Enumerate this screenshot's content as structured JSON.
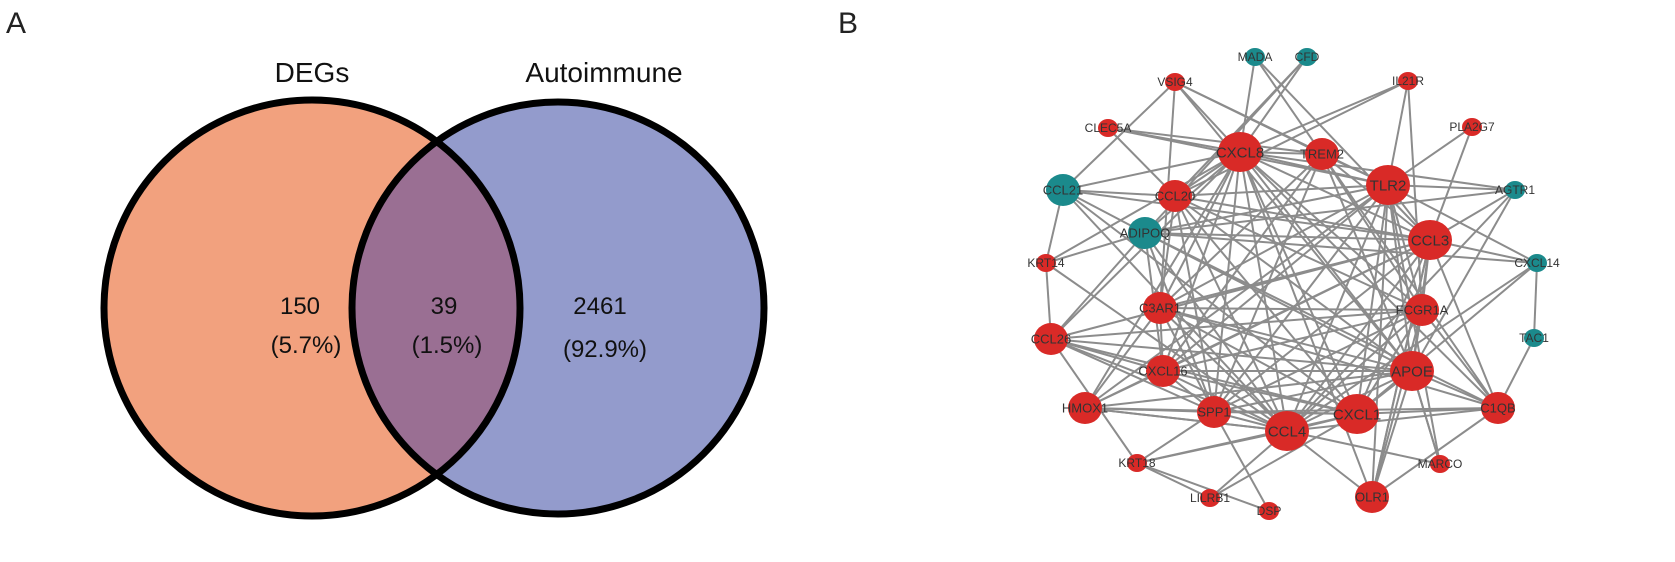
{
  "panels": {
    "a_label": "A",
    "b_label": "B"
  },
  "venn": {
    "sets": [
      {
        "name": "DEGs",
        "color": "#f2a17e"
      },
      {
        "name": "Autoimmune",
        "color": "#939bcc"
      }
    ],
    "overlap_color": "#9a6f93",
    "regions": [
      {
        "id": "degs_only",
        "count": "150",
        "percent": "(5.7%)"
      },
      {
        "id": "both",
        "count": "39",
        "percent": "(1.5%)"
      },
      {
        "id": "autoimmune_only",
        "count": "2461",
        "percent": "(92.9%)"
      }
    ]
  },
  "network": {
    "colors": {
      "upregulated": "#d92a27",
      "downregulated": "#1b8a8c",
      "edge": "#8c8c8c"
    },
    "nodes": [
      {
        "id": "MADA",
        "group": "downregulated",
        "size": "small"
      },
      {
        "id": "CFD",
        "group": "downregulated",
        "size": "small"
      },
      {
        "id": "IL21R",
        "group": "upregulated",
        "size": "small"
      },
      {
        "id": "VSIG4",
        "group": "upregulated",
        "size": "small"
      },
      {
        "id": "PLA2G7",
        "group": "upregulated",
        "size": "small"
      },
      {
        "id": "CLEC5A",
        "group": "upregulated",
        "size": "small"
      },
      {
        "id": "CXCL8",
        "group": "upregulated",
        "size": "large"
      },
      {
        "id": "TREM2",
        "group": "upregulated",
        "size": "medium"
      },
      {
        "id": "TLR2",
        "group": "upregulated",
        "size": "large"
      },
      {
        "id": "CCL21",
        "group": "downregulated",
        "size": "medium"
      },
      {
        "id": "AGTR1",
        "group": "downregulated",
        "size": "small"
      },
      {
        "id": "CCL20",
        "group": "upregulated",
        "size": "medium"
      },
      {
        "id": "ADIPOQ",
        "group": "downregulated",
        "size": "medium"
      },
      {
        "id": "CCL3",
        "group": "upregulated",
        "size": "large"
      },
      {
        "id": "CXCL14",
        "group": "downregulated",
        "size": "small"
      },
      {
        "id": "KRT14",
        "group": "upregulated",
        "size": "small"
      },
      {
        "id": "C3AR1",
        "group": "upregulated",
        "size": "medium"
      },
      {
        "id": "FCGR1A",
        "group": "upregulated",
        "size": "medium"
      },
      {
        "id": "TAC1",
        "group": "downregulated",
        "size": "small"
      },
      {
        "id": "CCL26",
        "group": "upregulated",
        "size": "medium"
      },
      {
        "id": "CXCL16",
        "group": "upregulated",
        "size": "medium"
      },
      {
        "id": "APOE",
        "group": "upregulated",
        "size": "large"
      },
      {
        "id": "HMOX1",
        "group": "upregulated",
        "size": "medium"
      },
      {
        "id": "SPP1",
        "group": "upregulated",
        "size": "medium"
      },
      {
        "id": "CXCL1",
        "group": "upregulated",
        "size": "large"
      },
      {
        "id": "C1QB",
        "group": "upregulated",
        "size": "medium"
      },
      {
        "id": "CCL4",
        "group": "upregulated",
        "size": "large"
      },
      {
        "id": "KRT18",
        "group": "upregulated",
        "size": "small"
      },
      {
        "id": "MARCO",
        "group": "upregulated",
        "size": "small"
      },
      {
        "id": "LILRB1",
        "group": "upregulated",
        "size": "small"
      },
      {
        "id": "DSP",
        "group": "upregulated",
        "size": "small"
      },
      {
        "id": "OLR1",
        "group": "upregulated",
        "size": "medium"
      }
    ],
    "edges": [
      [
        "MADA",
        "CXCL8"
      ],
      [
        "MADA",
        "TREM2"
      ],
      [
        "MADA",
        "CCL3"
      ],
      [
        "CFD",
        "CXCL8"
      ],
      [
        "CFD",
        "ADIPOQ"
      ],
      [
        "CFD",
        "CCL20"
      ],
      [
        "IL21R",
        "CXCL8"
      ],
      [
        "IL21R",
        "TLR2"
      ],
      [
        "IL21R",
        "CCL20"
      ],
      [
        "IL21R",
        "FCGR1A"
      ],
      [
        "VSIG4",
        "CXCL8"
      ],
      [
        "VSIG4",
        "CCL21"
      ],
      [
        "VSIG4",
        "TREM2"
      ],
      [
        "VSIG4",
        "C3AR1"
      ],
      [
        "VSIG4",
        "TLR2"
      ],
      [
        "VSIG4",
        "APOE"
      ],
      [
        "PLA2G7",
        "TLR2"
      ],
      [
        "PLA2G7",
        "CCL3"
      ],
      [
        "CLEC5A",
        "CXCL8"
      ],
      [
        "CLEC5A",
        "TLR2"
      ],
      [
        "CLEC5A",
        "CCL20"
      ],
      [
        "CLEC5A",
        "TREM2"
      ],
      [
        "CXCL8",
        "TREM2"
      ],
      [
        "CXCL8",
        "TLR2"
      ],
      [
        "CXCL8",
        "CCL21"
      ],
      [
        "CXCL8",
        "CCL20"
      ],
      [
        "CXCL8",
        "ADIPOQ"
      ],
      [
        "CXCL8",
        "CCL3"
      ],
      [
        "CXCL8",
        "C3AR1"
      ],
      [
        "CXCL8",
        "FCGR1A"
      ],
      [
        "CXCL8",
        "CCL26"
      ],
      [
        "CXCL8",
        "CXCL16"
      ],
      [
        "CXCL8",
        "APOE"
      ],
      [
        "CXCL8",
        "HMOX1"
      ],
      [
        "CXCL8",
        "SPP1"
      ],
      [
        "CXCL8",
        "CXCL1"
      ],
      [
        "CXCL8",
        "CCL4"
      ],
      [
        "CXCL8",
        "KRT14"
      ],
      [
        "CXCL8",
        "C1QB"
      ],
      [
        "CXCL8",
        "AGTR1"
      ],
      [
        "CXCL8",
        "OLR1"
      ],
      [
        "TREM2",
        "TLR2"
      ],
      [
        "TREM2",
        "CCL3"
      ],
      [
        "TREM2",
        "APOE"
      ],
      [
        "TREM2",
        "C3AR1"
      ],
      [
        "TREM2",
        "FCGR1A"
      ],
      [
        "TREM2",
        "SPP1"
      ],
      [
        "TREM2",
        "CXCL16"
      ],
      [
        "TREM2",
        "C1QB"
      ],
      [
        "TLR2",
        "CCL3"
      ],
      [
        "TLR2",
        "CCL20"
      ],
      [
        "TLR2",
        "ADIPOQ"
      ],
      [
        "TLR2",
        "C3AR1"
      ],
      [
        "TLR2",
        "FCGR1A"
      ],
      [
        "TLR2",
        "APOE"
      ],
      [
        "TLR2",
        "CXCL1"
      ],
      [
        "TLR2",
        "CCL4"
      ],
      [
        "TLR2",
        "SPP1"
      ],
      [
        "TLR2",
        "CXCL16"
      ],
      [
        "TLR2",
        "AGTR1"
      ],
      [
        "TLR2",
        "CXCL14"
      ],
      [
        "TLR2",
        "HMOX1"
      ],
      [
        "TLR2",
        "OLR1"
      ],
      [
        "TLR2",
        "MARCO"
      ],
      [
        "CCL21",
        "CCL20"
      ],
      [
        "CCL21",
        "ADIPOQ"
      ],
      [
        "CCL21",
        "CCL3"
      ],
      [
        "CCL21",
        "KRT14"
      ],
      [
        "CCL21",
        "CCL4"
      ],
      [
        "CCL21",
        "CXCL1"
      ],
      [
        "AGTR1",
        "CCL3"
      ],
      [
        "AGTR1",
        "APOE"
      ],
      [
        "AGTR1",
        "ADIPOQ"
      ],
      [
        "AGTR1",
        "CCL4"
      ],
      [
        "CCL20",
        "CCL3"
      ],
      [
        "CCL20",
        "CXCL1"
      ],
      [
        "CCL20",
        "CCL4"
      ],
      [
        "CCL20",
        "C3AR1"
      ],
      [
        "CCL20",
        "APOE"
      ],
      [
        "CCL20",
        "FCGR1A"
      ],
      [
        "CCL20",
        "SPP1"
      ],
      [
        "ADIPOQ",
        "CCL3"
      ],
      [
        "ADIPOQ",
        "KRT14"
      ],
      [
        "ADIPOQ",
        "CCL26"
      ],
      [
        "ADIPOQ",
        "CXCL16"
      ],
      [
        "ADIPOQ",
        "APOE"
      ],
      [
        "ADIPOQ",
        "C1QB"
      ],
      [
        "ADIPOQ",
        "SPP1"
      ],
      [
        "ADIPOQ",
        "CCL4"
      ],
      [
        "ADIPOQ",
        "CXCL14"
      ],
      [
        "CCL3",
        "C3AR1"
      ],
      [
        "CCL3",
        "FCGR1A"
      ],
      [
        "CCL3",
        "CXCL16"
      ],
      [
        "CCL3",
        "APOE"
      ],
      [
        "CCL3",
        "HMOX1"
      ],
      [
        "CCL3",
        "SPP1"
      ],
      [
        "CCL3",
        "CXCL1"
      ],
      [
        "CCL3",
        "CCL4"
      ],
      [
        "CCL3",
        "CXCL14"
      ],
      [
        "CCL3",
        "C1QB"
      ],
      [
        "CCL3",
        "CCL26"
      ],
      [
        "CCL3",
        "OLR1"
      ],
      [
        "CXCL14",
        "CCL4"
      ],
      [
        "CXCL14",
        "TAC1"
      ],
      [
        "CXCL14",
        "CXCL1"
      ],
      [
        "KRT14",
        "CCL26"
      ],
      [
        "KRT14",
        "CCL4"
      ],
      [
        "C3AR1",
        "FCGR1A"
      ],
      [
        "C3AR1",
        "CXCL16"
      ],
      [
        "C3AR1",
        "APOE"
      ],
      [
        "C3AR1",
        "SPP1"
      ],
      [
        "C3AR1",
        "CXCL1"
      ],
      [
        "C3AR1",
        "CCL4"
      ],
      [
        "C3AR1",
        "C1QB"
      ],
      [
        "C3AR1",
        "HMOX1"
      ],
      [
        "FCGR1A",
        "APOE"
      ],
      [
        "FCGR1A",
        "CXCL16"
      ],
      [
        "FCGR1A",
        "SPP1"
      ],
      [
        "FCGR1A",
        "CXCL1"
      ],
      [
        "FCGR1A",
        "CCL4"
      ],
      [
        "FCGR1A",
        "C1QB"
      ],
      [
        "FCGR1A",
        "OLR1"
      ],
      [
        "FCGR1A",
        "CCL26"
      ],
      [
        "CCL26",
        "CXCL16"
      ],
      [
        "CCL26",
        "CCL4"
      ],
      [
        "CCL26",
        "CXCL1"
      ],
      [
        "CCL26",
        "SPP1"
      ],
      [
        "CXCL16",
        "APOE"
      ],
      [
        "CXCL16",
        "SPP1"
      ],
      [
        "CXCL16",
        "CCL4"
      ],
      [
        "CXCL16",
        "CXCL1"
      ],
      [
        "CXCL16",
        "HMOX1"
      ],
      [
        "APOE",
        "SPP1"
      ],
      [
        "APOE",
        "CXCL1"
      ],
      [
        "APOE",
        "CCL4"
      ],
      [
        "APOE",
        "C1QB"
      ],
      [
        "APOE",
        "OLR1"
      ],
      [
        "APOE",
        "MARCO"
      ],
      [
        "APOE",
        "HMOX1"
      ],
      [
        "APOE",
        "CCL26"
      ],
      [
        "HMOX1",
        "SPP1"
      ],
      [
        "HMOX1",
        "CXCL1"
      ],
      [
        "HMOX1",
        "CCL4"
      ],
      [
        "SPP1",
        "CXCL1"
      ],
      [
        "SPP1",
        "CCL4"
      ],
      [
        "SPP1",
        "KRT18"
      ],
      [
        "SPP1",
        "C1QB"
      ],
      [
        "SPP1",
        "DSP"
      ],
      [
        "CXCL1",
        "CCL4"
      ],
      [
        "CXCL1",
        "C1QB"
      ],
      [
        "CXCL1",
        "KRT18"
      ],
      [
        "CCL4",
        "C1QB"
      ],
      [
        "CCL4",
        "KRT18"
      ],
      [
        "CCL4",
        "LILRB1"
      ],
      [
        "CCL4",
        "OLR1"
      ],
      [
        "CCL4",
        "MARCO"
      ],
      [
        "CCL4",
        "HMOX1"
      ],
      [
        "C1QB",
        "OLR1"
      ],
      [
        "C1QB",
        "TAC1"
      ],
      [
        "KRT18",
        "LILRB1"
      ],
      [
        "KRT18",
        "DSP"
      ],
      [
        "KRT18",
        "CCL26"
      ],
      [
        "MARCO",
        "APOE"
      ],
      [
        "OLR1",
        "CCL3"
      ],
      [
        "LILRB1",
        "CXCL1"
      ]
    ]
  }
}
